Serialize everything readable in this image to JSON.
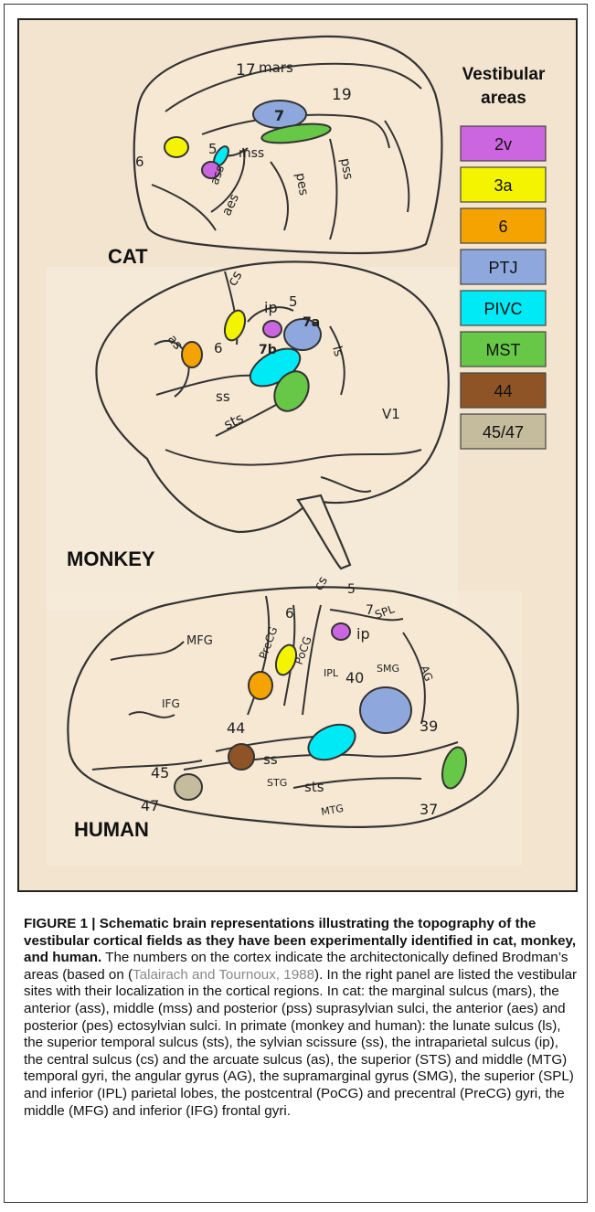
{
  "figure": {
    "legend_title_1": "Vestibular",
    "legend_title_2": "areas",
    "legend": [
      {
        "label": "2v",
        "color": "#cc66e0"
      },
      {
        "label": "3a",
        "color": "#f4f400"
      },
      {
        "label": "6",
        "color": "#f4a300"
      },
      {
        "label": "PTJ",
        "color": "#8ea8dd"
      },
      {
        "label": "PIVC",
        "color": "#00eaf5"
      },
      {
        "label": "MST",
        "color": "#66c846"
      },
      {
        "label": "44",
        "color": "#8f5426"
      },
      {
        "label": "45/47",
        "color": "#c4bc9d"
      }
    ],
    "cat": {
      "name": "CAT",
      "labels": {
        "l17": "17",
        "mars": "mars",
        "l7": "7",
        "l19": "19",
        "l5": "5",
        "mss": "mss",
        "l6": "6",
        "ass": "ass",
        "pss": "pss",
        "pes": "pes",
        "aes": "aes"
      }
    },
    "monkey": {
      "name": "MONKEY",
      "labels": {
        "cs": "cs",
        "ip": "ip",
        "l5": "5",
        "l7a": "7a",
        "as": "as",
        "l6": "6",
        "l7b": "7b",
        "ls": "ls",
        "ss": "ss",
        "sts": "sts",
        "v1": "V1"
      }
    },
    "human": {
      "name": "HUMAN",
      "labels": {
        "l6": "6",
        "cs": "cs",
        "l5": "5",
        "l7": "7",
        "spl": "SPL",
        "mfg": "MFG",
        "precg": "PreCG",
        "pocg": "PoCG",
        "ip": "ip",
        "ipl": "IPL",
        "l40": "40",
        "smg": "SMG",
        "ag": "AG",
        "ifg": "IFG",
        "l44": "44",
        "l39": "39",
        "l45": "45",
        "ss": "ss",
        "stg": "STG",
        "sts": "sts",
        "l47": "47",
        "mtg": "MTG",
        "l37": "37"
      }
    }
  },
  "caption": {
    "title": "FIGURE 1 | Schematic brain representations illustrating the topography of the vestibular cortical fields as they have been experimentally identified in cat, monkey, and human.",
    "text_before_cite": " The numbers on the cortex indicate the architectonically defined Brodman’s areas (based on (",
    "cite": "Talairach and Tournoux, 1988",
    "text_after_cite": "). In the right panel are listed the vestibular sites with their localization in the cortical regions. In cat: the marginal sulcus (mars), the anterior (ass), middle (mss) and posterior (pss) suprasylvian sulci, the anterior (aes) and posterior (pes) ectosylvian sulci. In primate (monkey and human): the lunate sulcus (ls), the superior temporal sulcus (sts), the sylvian scissure (ss), the intraparietal sulcus (ip), the central sulcus (cs) and the arcuate sulcus (as), the superior (STS) and middle (MTG) temporal gyri, the angular gyrus (AG), the supramarginal gyrus (SMG), the superior (SPL) and inferior (IPL) parietal lobes, the postcentral (PoCG) and precentral (PreCG) gyri, the middle (MFG) and inferior (IFG) frontal gyri."
  }
}
